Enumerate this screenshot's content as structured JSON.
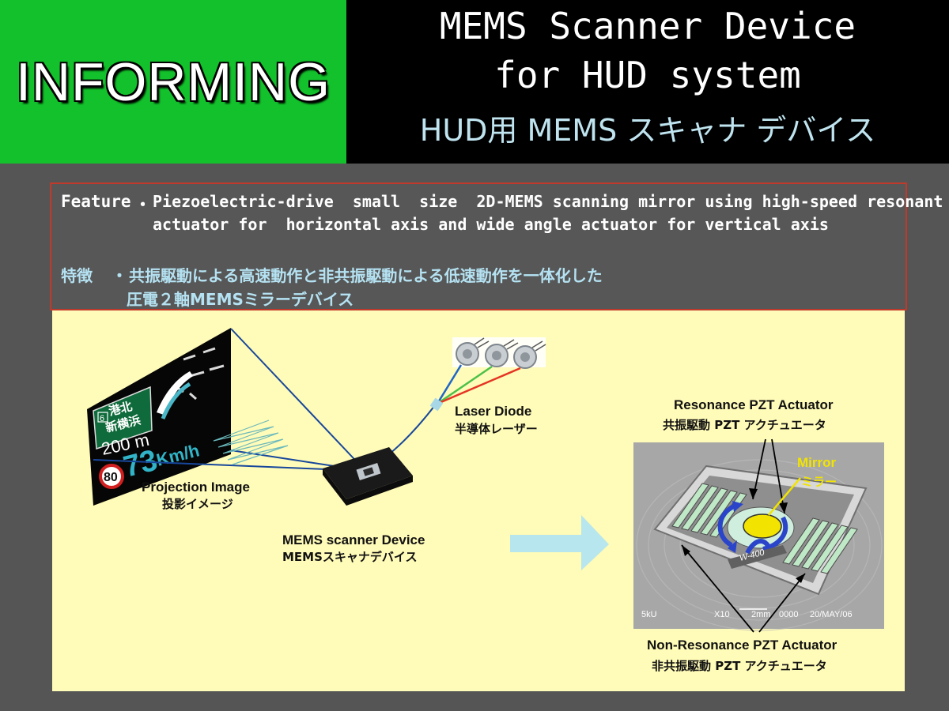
{
  "badge": {
    "label": "INFORMING"
  },
  "header": {
    "title_line1": "MEMS Scanner Device",
    "title_line2": "for HUD system",
    "title_jp": "HUD用 MEMS スキャナ デバイス"
  },
  "feature": {
    "label_en": "Feature",
    "bullet": "・",
    "text_en_line1": "Piezoelectric-drive  small  size  2D-MEMS scanning mirror using high-speed resonant",
    "text_en_line2": "actuator for  horizontal axis and wide angle actuator for vertical axis",
    "label_jp": "特徴",
    "text_jp_line1": "共振駆動による高速動作と非共振駆動による低速動作を一体化した",
    "text_jp_line2": "圧電２軸MEMSミラーデバイス"
  },
  "diagram": {
    "hud": {
      "route_no": "6",
      "place1": "港北",
      "place2": "新横浜",
      "distance": "200 m",
      "speed": "73",
      "speed_unit": "Km/h",
      "limit": "80"
    },
    "projection_label_en": "Projection Image",
    "projection_label_jp": "投影イメージ",
    "mems_label_en": "MEMS scanner Device",
    "mems_label_jp": "MEMSスキャナデバイス",
    "laser_label_en": "Laser Diode",
    "laser_label_jp": "半導体レーザー",
    "resonance_label_en": "Resonance PZT Actuator",
    "resonance_label_jp": "共振駆動 PZT アクチュエータ",
    "mirror_label_en": "Mirror",
    "mirror_label_jp": "ミラー",
    "nonres_label_en": "Non-Resonance PZT Actuator",
    "nonres_label_jp": "非共振駆動 PZT アクチュエータ",
    "sem": {
      "chip_marking": "W-400",
      "voltage": "5kU",
      "magnification": "X10",
      "scale": "2mm",
      "image_no": "0000",
      "date": "20/MAY/06"
    },
    "colors": {
      "laser_red": "#e53424",
      "laser_green": "#4cc14a",
      "laser_blue": "#1e66c8",
      "beam": "#17479c",
      "mirror": "#f2e400",
      "arrow": "#b7e6ee"
    }
  }
}
